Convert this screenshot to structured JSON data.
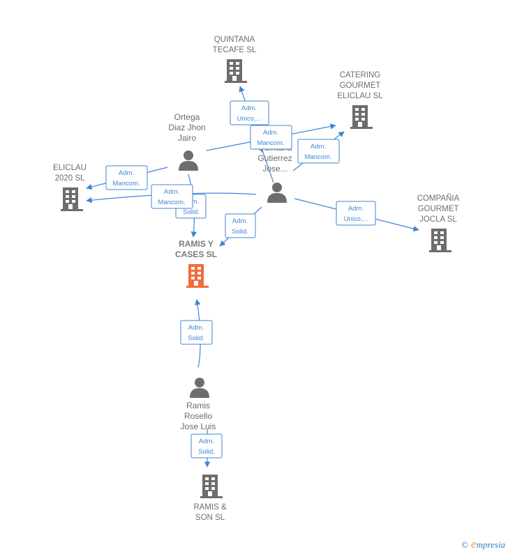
{
  "colors": {
    "edge": "#3f84d6",
    "node": "#6d6d6d",
    "focus_node": "#f26b3a",
    "brand": "#2d7fc1",
    "brand_accent": "#f39c12"
  },
  "nodes": [
    {
      "id": "quintana-tecafe",
      "type": "company",
      "lines": [
        "QUINTANA",
        "TECAFE SL"
      ]
    },
    {
      "id": "catering-gourmet",
      "type": "company",
      "lines": [
        "CATERING",
        "GOURMET",
        "ELICLAU  SL"
      ]
    },
    {
      "id": "ortega",
      "type": "person",
      "lines": [
        "Ortega",
        "Diaz Jhon",
        "Jairo"
      ]
    },
    {
      "id": "quintana-gutierrez",
      "type": "person",
      "lines": [
        "Quintana",
        "Gutierrez",
        "Jose..."
      ]
    },
    {
      "id": "eliclau-2020",
      "type": "company",
      "lines": [
        "ELICLAU",
        "2020  SL"
      ]
    },
    {
      "id": "compania-gourmet",
      "type": "company",
      "lines": [
        "COMPAÑIA",
        "GOURMET",
        "JOCLA  SL"
      ]
    },
    {
      "id": "ramis-cases",
      "type": "company",
      "focus": true,
      "lines": [
        "RAMIS Y",
        "CASES  SL"
      ]
    },
    {
      "id": "ramis-rosello",
      "type": "person",
      "lines": [
        "Ramis",
        "Rosello",
        "Jose Luis"
      ]
    },
    {
      "id": "ramis-son",
      "type": "company",
      "lines": [
        "RAMIS &",
        "SON  SL"
      ]
    }
  ],
  "edges": [
    {
      "id": "qg-tecafe",
      "lines": [
        "Adm.",
        "Unico,..."
      ]
    },
    {
      "id": "ortega-catering",
      "lines": [
        "Adm.",
        "Mancom."
      ]
    },
    {
      "id": "qg-catering",
      "lines": [
        "Adm.",
        "Mancom."
      ]
    },
    {
      "id": "ortega-eliclau",
      "lines": [
        "Adm.",
        "Mancom."
      ]
    },
    {
      "id": "ortega-ramis",
      "lines": [
        "Adm.",
        "Solid."
      ]
    },
    {
      "id": "qg-eliclau",
      "lines": [
        "Adm.",
        "Mancom."
      ]
    },
    {
      "id": "qg-ramis",
      "lines": [
        "Adm.",
        "Solid."
      ]
    },
    {
      "id": "qg-compania",
      "lines": [
        "Adm.",
        "Unico,..."
      ]
    },
    {
      "id": "rosello-ramis",
      "lines": [
        "Adm.",
        "Solid."
      ]
    },
    {
      "id": "rosello-son",
      "lines": [
        "Adm.",
        "Solid."
      ]
    }
  ],
  "brand": {
    "copyright": "©",
    "initial": "e",
    "rest": "mpresia"
  }
}
